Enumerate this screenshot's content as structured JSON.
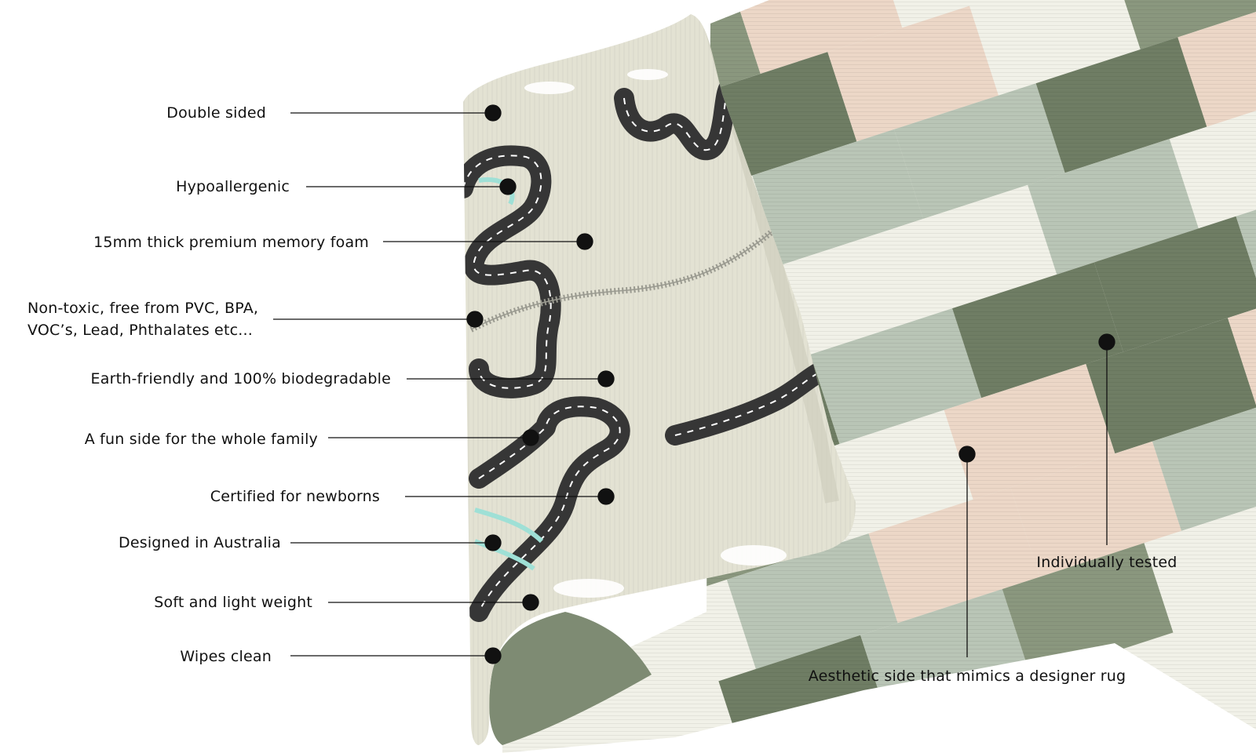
{
  "colors": {
    "cream": "#e3e2d3",
    "road": "#363636",
    "sage": "#b9c5b6",
    "olive": "#6f7d64",
    "blush": "#ecd7c7",
    "ivory": "#f1f1e8",
    "cloud": "#ffffff",
    "mint": "#9fe0d6",
    "line": "#111111"
  },
  "features_left": [
    "Double sided",
    "Hypoallergenic",
    "15mm thick premium memory foam",
    "Non-toxic, free from PVC, BPA,\nVOC’s, Lead, Phthalates etc...",
    "Earth-friendly and 100% biodegradable",
    "A fun side for the whole family",
    "Certified for newborns",
    "Designed in Australia",
    "Soft and light weight",
    "Wipes clean"
  ],
  "features_right": [
    "Individually tested",
    "Aesthetic side that mimics a designer rug"
  ]
}
